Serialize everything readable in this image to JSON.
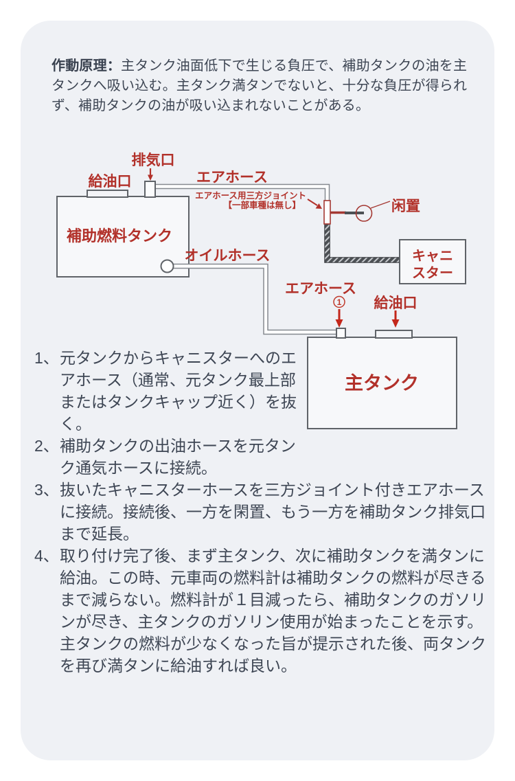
{
  "intro": {
    "lead": "作動原理：",
    "body": "主タンク油面低下で生じる負圧で、補助タンクの油を主タンクへ吸い込む。主タンク満タンでないと、十分な負圧が得られず、補助タンクの油が吸い込まれないことがある。"
  },
  "diagram": {
    "labels": {
      "aux_tank": "補助燃料タンク",
      "main_tank": "主タンク",
      "canister_line1": "キャニ",
      "canister_line2": "スター",
      "exhaust_port": "排気口",
      "filler_port_aux": "給油口",
      "air_hose_top": "エアホース",
      "oil_hose": "オイルホース",
      "air_hose_bottom": "エアホース",
      "filler_port_main": "給油口",
      "idle_cap": "闲置",
      "joint_note_line1": "エアホース用三方ジョイント",
      "joint_note_line2": "【一部車種は無し】",
      "circled_number": "1"
    },
    "colors": {
      "label_red": "#b2312a",
      "arrow_red": "#c3271b",
      "joint_red": "#a43832",
      "line_gray": "#85898f",
      "outline_dark": "#5f6368",
      "card_bg": "#eff1f5",
      "body_text": "#3e4654"
    }
  },
  "steps": [
    {
      "num": "1、",
      "text": "元タンクからキャニスターへのエアホース（通常、元タンク最上部またはタンクキャップ近く）を抜く。"
    },
    {
      "num": "2、",
      "text": "補助タンクの出油ホースを元タンク通気ホースに接続。"
    },
    {
      "num": "3、",
      "text": "抜いたキャニスターホースを三方ジョイント付きエアホースに接続。接続後、一方を閑置、もう一方を補助タンク排気口まで延長。"
    },
    {
      "num": "4、",
      "text": "取り付け完了後、まず主タンク、次に補助タンクを満タンに給油。この時、元車両の燃料計は補助タンクの燃料が尽きるまで減らない。燃料計が１目減ったら、補助タンクのガソリンが尽き、主タンクのガソリン使用が始まったことを示す。主タンクの燃料が少なくなった旨が提示された後、両タンクを再び満タンに給油すれば良い。"
    }
  ]
}
